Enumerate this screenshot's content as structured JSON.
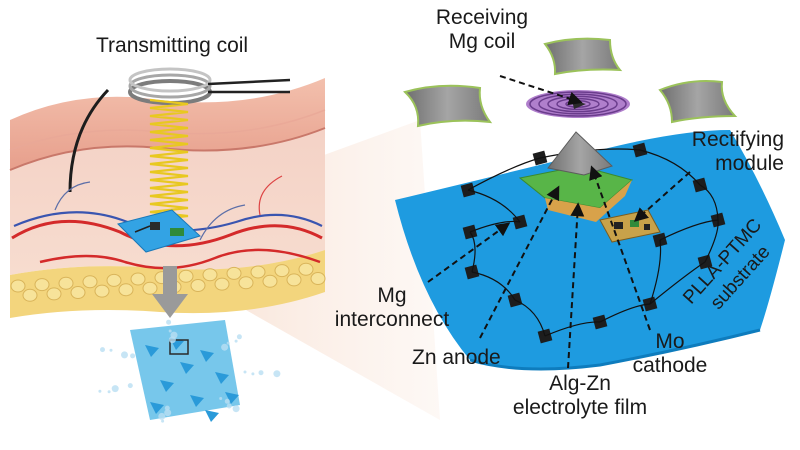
{
  "labels": {
    "transmitting_coil": "Transmitting coil",
    "receiving_line1": "Receiving",
    "receiving_line2": "Mg coil",
    "rectifying_line1": "Rectifying",
    "rectifying_line2": "module",
    "substrate_line1": "PLLA-PTMC",
    "substrate_line2": "substrate",
    "mg_line1": "Mg",
    "mg_line2": "interconnect",
    "zn_anode": "Zn anode",
    "alg_line1": "Alg-Zn",
    "alg_line2": "electrolyte film",
    "mo_line1": "Mo",
    "mo_line2": "cathode"
  },
  "colors": {
    "substrate_blue": "#1e9be0",
    "skin_pink": "#f0b3a3",
    "fat_yellow": "#f2d276",
    "coil_yellow": "#e8c820",
    "receiver_purple": "#9a5fb8",
    "zn_green": "#58b548",
    "cap_gray": "#8a8a8a",
    "artery_red": "#d42a2a",
    "vein_blue": "#3a55b0"
  }
}
